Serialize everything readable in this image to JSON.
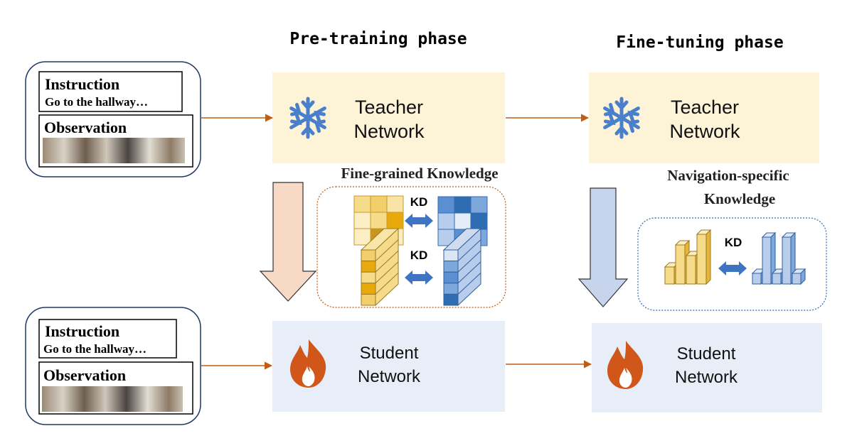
{
  "phases": {
    "pretraining_title": "Pre-training phase",
    "finetuning_title": "Fine-tuning phase"
  },
  "inputs": {
    "instruction_title": "Instruction",
    "instruction_text": "Go to the hallway…",
    "observation_title": "Observation"
  },
  "networks": {
    "teacher_line1": "Teacher",
    "teacher_line2": "Network",
    "student_line1": "Student",
    "student_line2": "Network"
  },
  "knowledge": {
    "fine_grained": "Fine-grained Knowledge",
    "nav_line1": "Navigation-specific",
    "nav_line2": "Knowledge",
    "kd": "KD"
  },
  "colors": {
    "teacher_box": "#fdf3d7",
    "student_box": "#e8eef7",
    "flow_arrow": "#c55a11",
    "pretrain_big_arrow": "#f8d9c6",
    "finetune_big_arrow": "#c6d4ec",
    "snowflake": "#4a7fcc",
    "flame": "#d0561a",
    "gold": "#e8b53b",
    "blue": "#2f6db3"
  },
  "icons": [
    "snowflake-icon",
    "flame-icon",
    "double-arrow-icon",
    "panorama-image"
  ]
}
